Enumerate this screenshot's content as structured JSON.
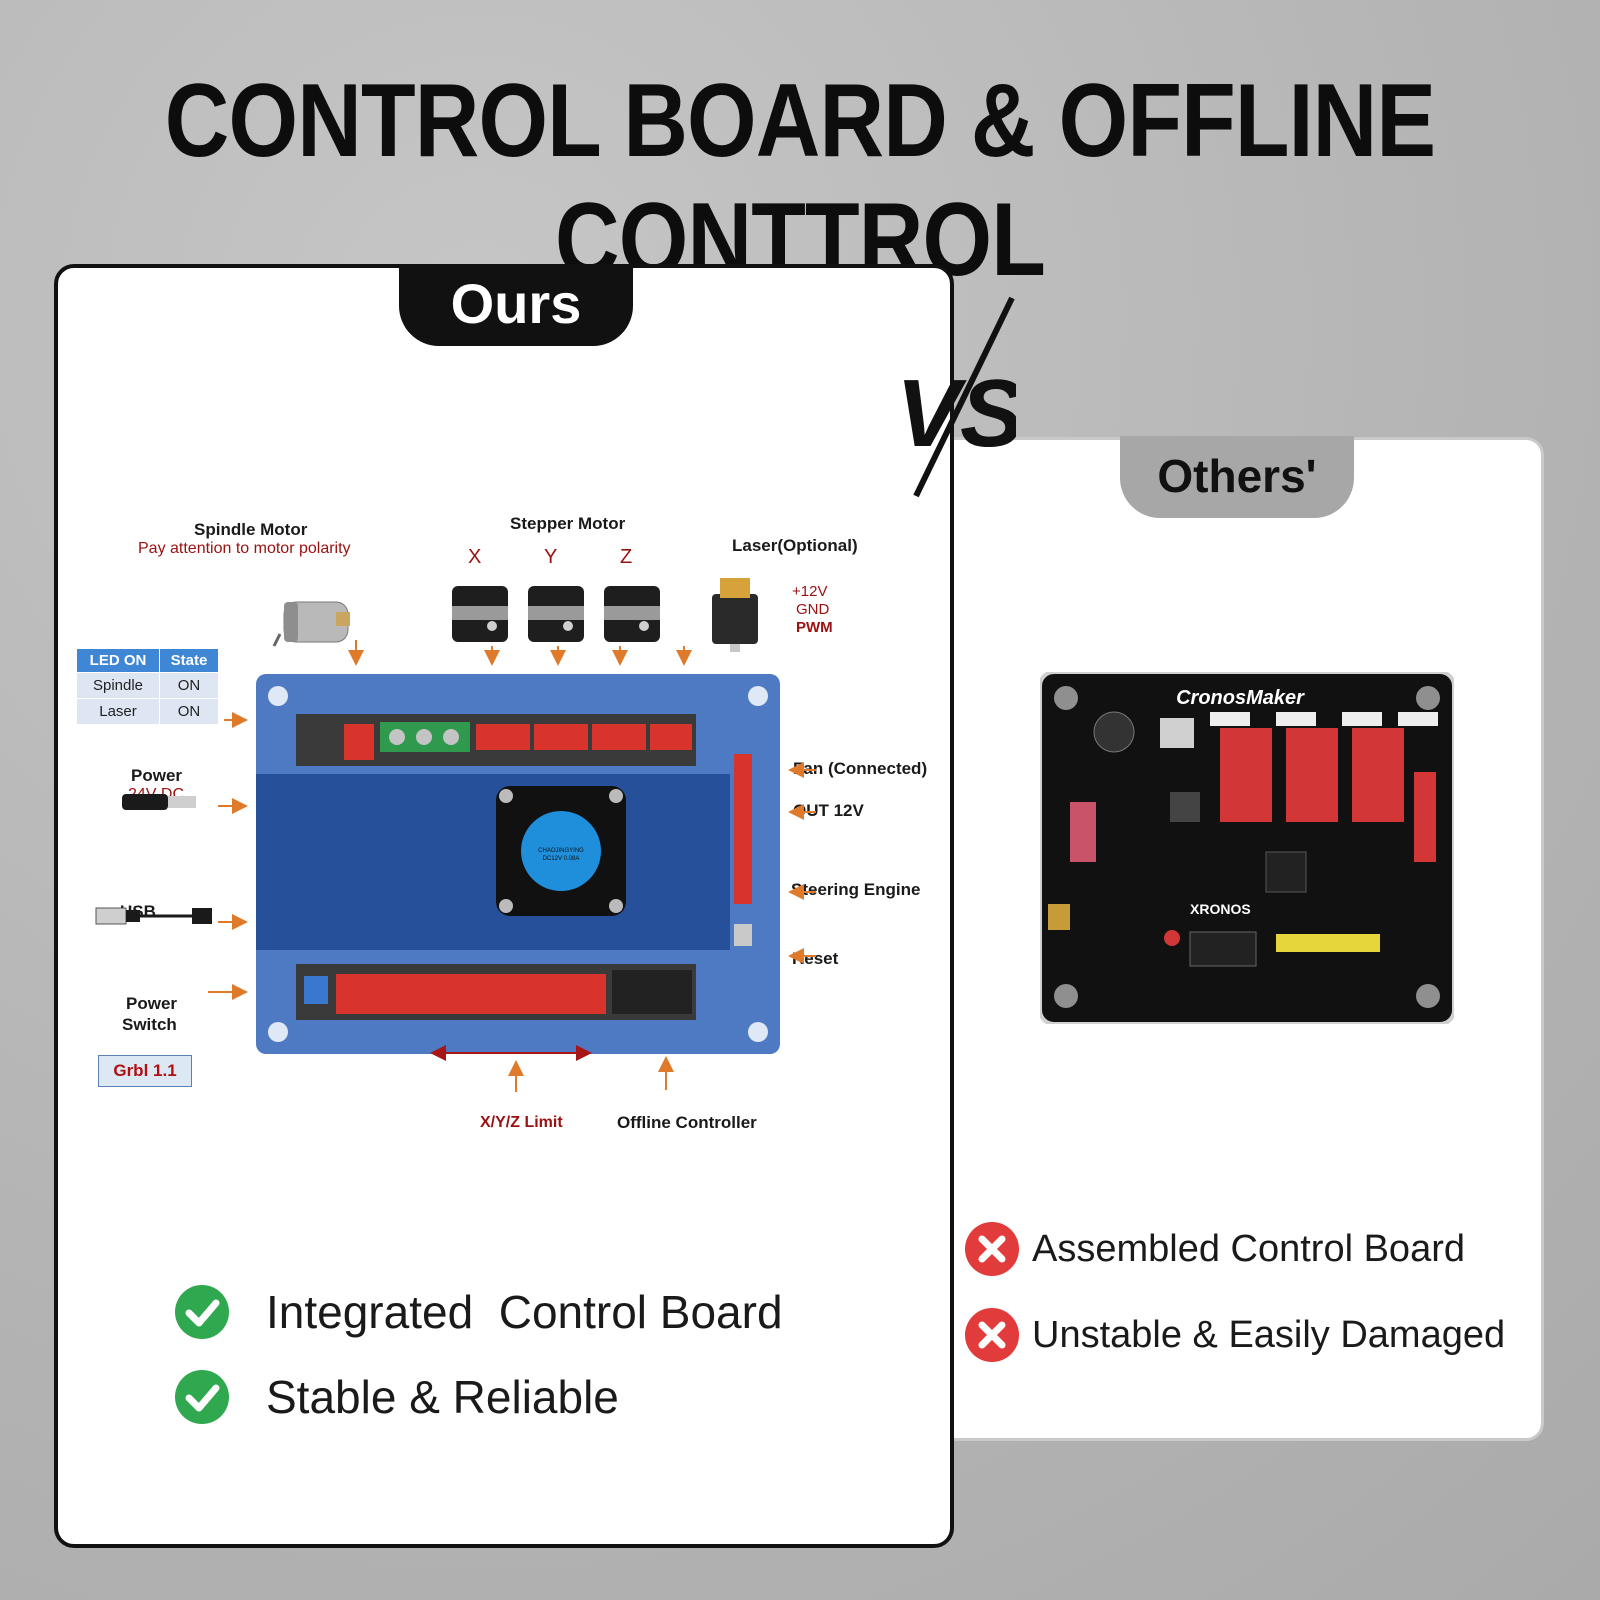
{
  "headline": "CONTROL BOARD & OFFLINE CONTTROL",
  "ours": {
    "tab": "Ours",
    "spindle_title": "Spindle Motor",
    "spindle_note": "Pay attention to motor polarity",
    "stepper_title": "Stepper Motor",
    "axes": [
      "X",
      "Y",
      "Z"
    ],
    "laser_title": "Laser(Optional)",
    "laser_pins": [
      "+12V",
      "GND",
      "PWM"
    ],
    "led_table": {
      "headers": [
        "LED ON",
        "State"
      ],
      "rows": [
        [
          "Spindle",
          "ON"
        ],
        [
          "Laser",
          "ON"
        ]
      ]
    },
    "power_title": "Power",
    "power_spec": "24V DC",
    "usb": "USB",
    "power_switch_line1": "Power",
    "power_switch_line2": "Switch",
    "firmware": "Grbl 1.1",
    "fan": "Fan  (Connected)",
    "out12v": "OUT 12V",
    "steering": "Steering Engine",
    "reset": "Reset",
    "limit": "X/Y/Z Limit",
    "offline": "Offline Controller",
    "fan_label_line1": "CHAOJINGYING",
    "fan_label_line2": "DC12V 0.08A",
    "features": [
      "Integrated  Control Board",
      "Stable & Reliable"
    ]
  },
  "vs": "VS",
  "others": {
    "tab": "Others'",
    "brand": "CronosMaker",
    "chip_label": "XRONOS",
    "features": [
      "Assembled Control Board",
      "Unstable & Easily Damaged"
    ]
  },
  "colors": {
    "check": "#2fa84f",
    "cross": "#e23b3b",
    "board_blue": "#2f62b8",
    "arrow": "#e07a2b"
  }
}
